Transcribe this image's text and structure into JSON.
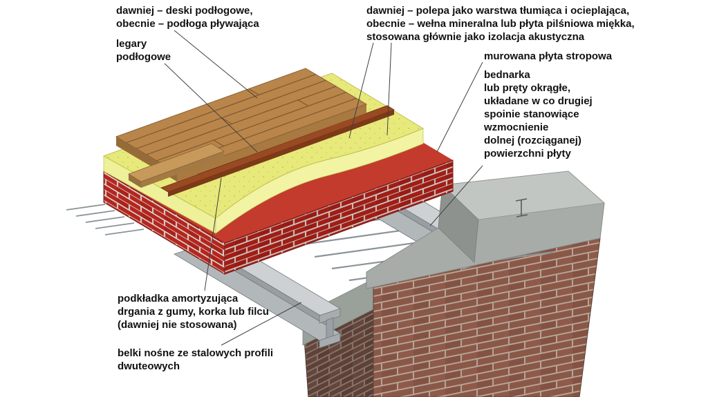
{
  "labels": [
    {
      "id": "floorboards",
      "text": "dawniej – deski podłogowe,\nobecnie – podłoga pływająca"
    },
    {
      "id": "joists",
      "text": "legary\npodłogowe"
    },
    {
      "id": "insulation",
      "text": "dawniej – polepa jako warstwa tłumiąca i ocieplająca,\nobecnie – wełna mineralna lub płyta pilśniowa miękka,\nstosowana głównie jako izolacja akustyczna"
    },
    {
      "id": "masonry-slab",
      "text": "murowana płyta stropowa"
    },
    {
      "id": "flat-bars",
      "text": "bednarka\nlub pręty okrągłe,\nukładane w co drugiej\nspoinie stanowiące\nwzmocnienie\ndolnej (rozciąganej)\npowierzchni płyty"
    },
    {
      "id": "damping-pad",
      "text": "podkładka amortyzująca\ndrgania z gumy, korka lub filcu\n(dawniej nie stosowana)"
    },
    {
      "id": "steel-beams",
      "text": "belki nośne ze stalowych profili\ndwuteowych"
    }
  ],
  "colors": {
    "background": "#ffffff",
    "label_text": "#111111",
    "leader_line": "#3f3f3f",
    "wood_top": "#b9854a",
    "wood_side": "#976b38",
    "joist": "#9a4a22",
    "insulation_top": "#e7e97a",
    "insulation_side": "#f2f4a4",
    "slab_brick": "#b3261e",
    "slab_mortar": "#d9d3ce",
    "damping_pad": "#232323",
    "steel_light": "#cdd1d3",
    "steel_mid": "#989ea2",
    "rod": "#8b9398",
    "wall_brick": "#8a5847",
    "wall_mortar": "#b6a499",
    "wall_left_face": "#5f4138",
    "concrete_cap": "#c2c6c2"
  }
}
